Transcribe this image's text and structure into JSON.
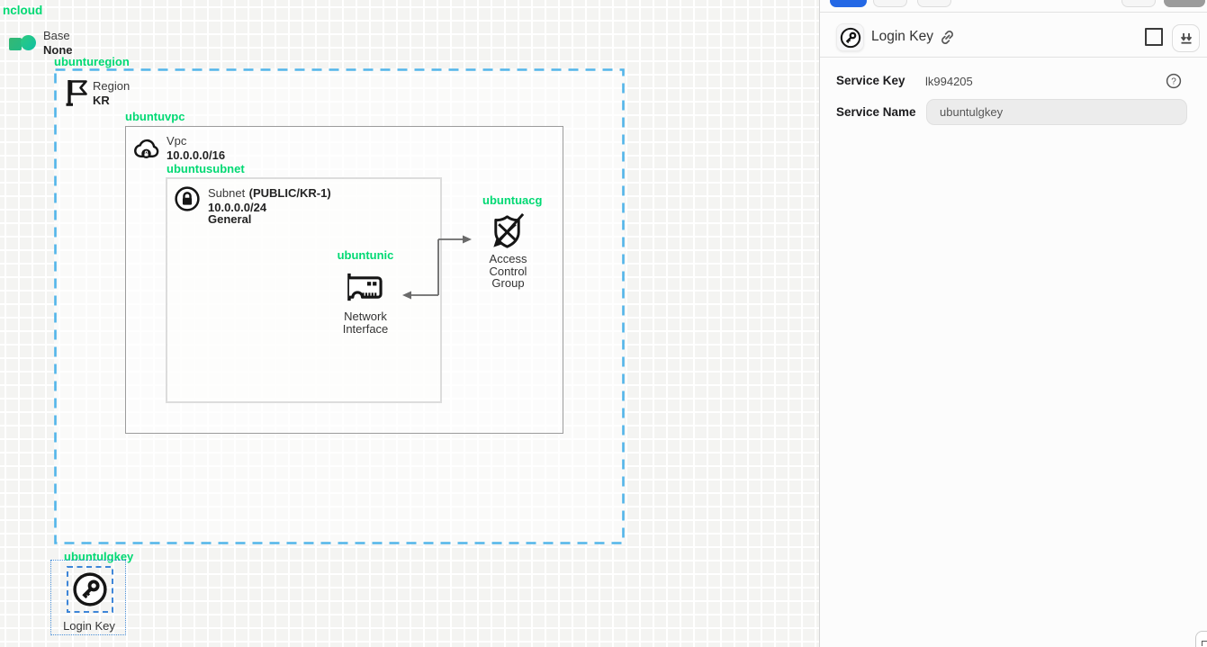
{
  "colors": {
    "label_green": "#00d973",
    "region_dash_blue": "#52b5e9",
    "selection_blue": "#3e86d8",
    "toolbar_blue": "#2468e5",
    "icon_black": "#151515",
    "connector_gray": "#6a6a6a"
  },
  "canvas": {
    "brand": "ncloud",
    "base": {
      "label": "Base",
      "value": "None"
    },
    "region": {
      "name": "ubunturegion",
      "type_label": "Region",
      "value": "KR"
    },
    "vpc": {
      "name": "ubuntuvpc",
      "type_label": "Vpc",
      "cidr": "10.0.0.0/16"
    },
    "subnet": {
      "name": "ubuntusubnet",
      "type_label": "Subnet",
      "type_suffix": "(PUBLIC/KR-1)",
      "cidr": "10.0.0.0/24",
      "tier": "General"
    },
    "nic": {
      "name": "ubuntunic",
      "label": "Network Interface"
    },
    "acg": {
      "name": "ubuntuacg",
      "label": "Access Control Group"
    },
    "login_key": {
      "name": "ubuntulgkey",
      "label": "Login Key"
    }
  },
  "panel": {
    "title": "Login Key",
    "icons": {
      "key": "key-icon",
      "link": "link-icon",
      "checkbox": "select-checkbox",
      "import": "double-down-arrow-icon",
      "help": "help-icon"
    },
    "service_key": {
      "label": "Service Key",
      "value": "lk994205"
    },
    "service_name": {
      "label": "Service Name",
      "value": "ubuntulgkey"
    }
  }
}
